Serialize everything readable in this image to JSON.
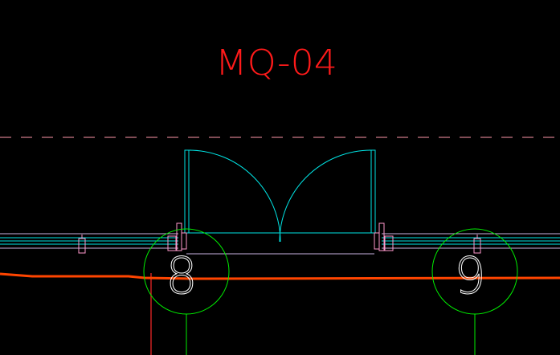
{
  "drawing": {
    "door_tag": "MQ-04",
    "grid_axis_left": "8",
    "grid_axis_right": "9"
  },
  "colors": {
    "background": "#000000",
    "tag_text": "#ff1a1a",
    "door": "#00e5e5",
    "wall_lines": "#c9b2e0",
    "wall_cyan": "#00e5e5",
    "column_markers": "#ff99cc",
    "grid_bubble": "#00ee00",
    "grid_number": "#ffffff",
    "orange_line": "#ff4500",
    "red_line": "#ff2a2a",
    "dashed_line": "#ff99aa"
  }
}
